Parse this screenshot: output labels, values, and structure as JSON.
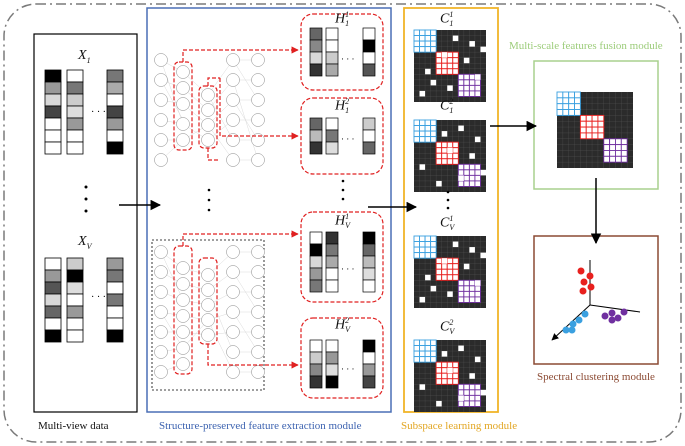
{
  "modules": {
    "multiview": {
      "label": "Multi-view data"
    },
    "extraction": {
      "label": "Structure-preserved feature extraction module"
    },
    "subspace": {
      "label": "Subspace learning module"
    },
    "fusion": {
      "label": "Multi-scale features fusion module"
    },
    "spectral": {
      "label": "Spectral clustering module"
    }
  },
  "symbols": {
    "x1": {
      "base": "X",
      "sub": "1"
    },
    "xv": {
      "base": "X",
      "sub": "V"
    },
    "h11": {
      "base": "H",
      "sub": "1",
      "sup": "1"
    },
    "h12": {
      "base": "H",
      "sub": "1",
      "sup": "2"
    },
    "hv1": {
      "base": "H",
      "sub": "V",
      "sup": "1"
    },
    "hv2": {
      "base": "H",
      "sub": "V",
      "sup": "2"
    },
    "c11": {
      "base": "C",
      "sub": "1",
      "sup": "1"
    },
    "c12": {
      "base": "C",
      "sub": "1",
      "sup": "2"
    },
    "cv1": {
      "base": "C",
      "sub": "V",
      "sup": "1"
    },
    "cv2": {
      "base": "C",
      "sub": "V",
      "sup": "2"
    }
  },
  "colors": {
    "frame": "#7a7a7a",
    "extraction_border": "#4a6fb5",
    "subspace_border": "#f0b429",
    "fusion_border": "#a8d08d",
    "spectral_border": "#8b4a33",
    "dashed_red": "#e02020",
    "cluster_red": "#e8201e",
    "cluster_purple": "#7030a0",
    "cluster_blue": "#3aa0e0"
  }
}
